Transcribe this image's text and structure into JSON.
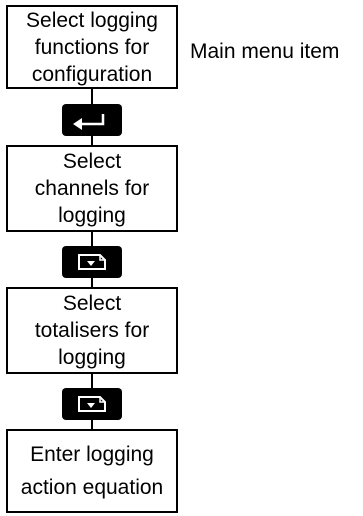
{
  "steps": [
    {
      "lines": [
        "Select logging",
        "functions for",
        "configuration"
      ]
    },
    {
      "lines": [
        "Select",
        "channels for",
        "logging"
      ]
    },
    {
      "lines": [
        "Select",
        "totalisers for",
        "logging"
      ]
    },
    {
      "lines": [
        "Enter logging",
        "action equation"
      ]
    }
  ],
  "side_label": "Main menu item",
  "keys": [
    {
      "icon": "enter-key-icon"
    },
    {
      "icon": "page-down-key-icon"
    },
    {
      "icon": "page-down-key-icon"
    }
  ],
  "colors": {
    "stroke": "#000000",
    "key_fill": "#000000",
    "key_symbol": "#ffffff",
    "background": "#ffffff"
  }
}
